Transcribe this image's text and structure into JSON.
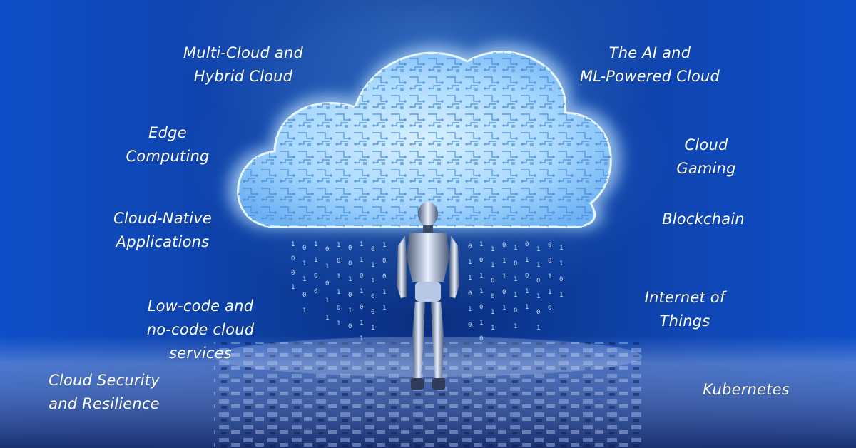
{
  "topics_left": [
    {
      "id": "multi-cloud",
      "lines": [
        "Multi-Cloud and",
        "Hybrid Cloud"
      ]
    },
    {
      "id": "edge-computing",
      "lines": [
        "Edge",
        "Computing"
      ]
    },
    {
      "id": "cloud-native",
      "lines": [
        "Cloud-Native",
        "Applications"
      ]
    },
    {
      "id": "low-code",
      "lines": [
        "Low-code and",
        "no-code cloud",
        "services"
      ]
    },
    {
      "id": "cloud-security",
      "lines": [
        "Cloud Security",
        "and Resilience"
      ]
    }
  ],
  "topics_right": [
    {
      "id": "ai-ml",
      "lines": [
        "The AI and",
        "ML-Powered Cloud"
      ]
    },
    {
      "id": "cloud-gaming",
      "lines": [
        "Cloud",
        "Gaming"
      ]
    },
    {
      "id": "blockchain",
      "lines": [
        "Blockchain"
      ]
    },
    {
      "id": "iot",
      "lines": [
        "Internet of",
        "Things"
      ]
    },
    {
      "id": "kubernetes",
      "lines": [
        "Kubernetes"
      ]
    }
  ],
  "colors": {
    "background": "#0d4fc9",
    "text": "#ffffff",
    "cloud_glow": "#bfe4ff"
  },
  "illustration": [
    "circuit-cloud",
    "binary-rain",
    "humanoid-robot",
    "circuit-floor"
  ]
}
